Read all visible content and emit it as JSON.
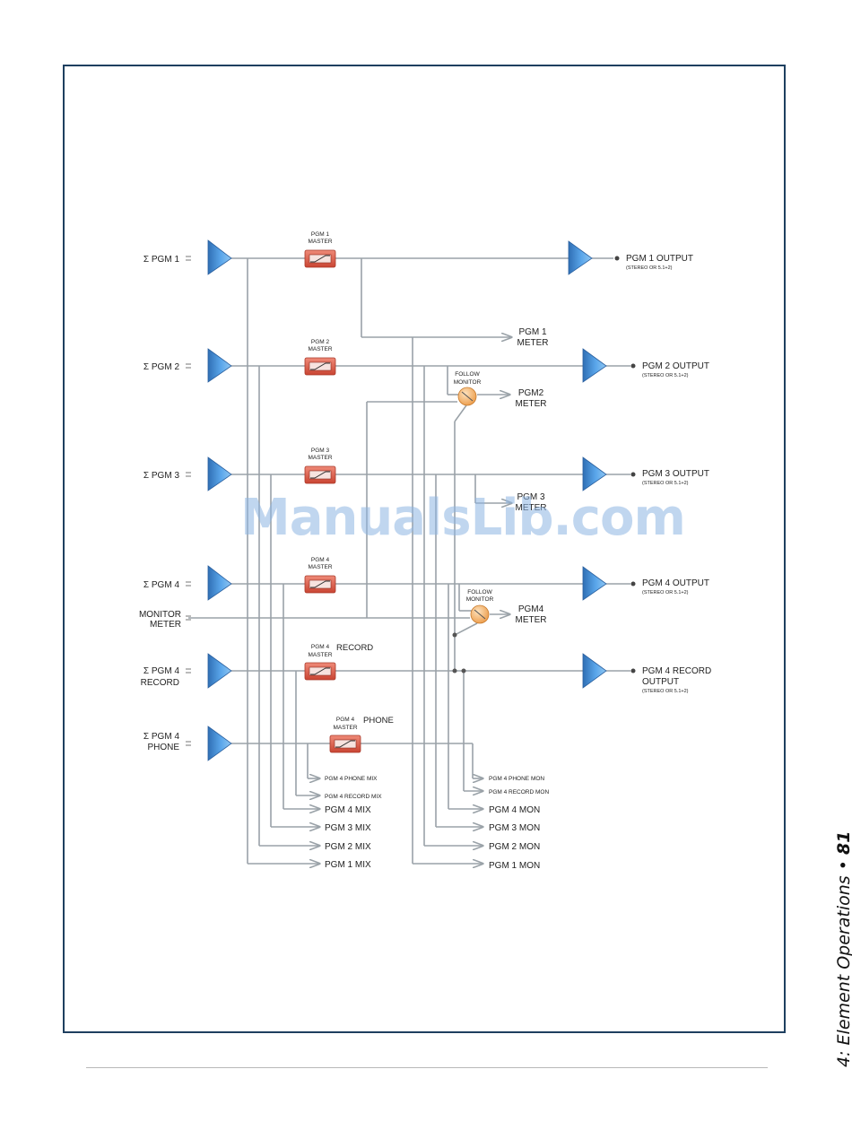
{
  "colors": {
    "wire": "#9aa2a8",
    "amp": "#4d9be0",
    "amp_dark": "#2f6fb5",
    "fader": "#e0604e",
    "knob": "#f5b56c",
    "frame": "#1e3f5f"
  },
  "watermark": "ManualsLib.com",
  "footer": {
    "chapter": "4: Element Operations",
    "bullet": "•",
    "page": "81"
  },
  "inputs": {
    "pgm1": "Σ PGM 1",
    "pgm2": "Σ PGM 2",
    "pgm3": "Σ PGM 3",
    "pgm4": "Σ PGM 4",
    "monitor_meter_l1": "MONITOR",
    "monitor_meter_l2": "METER",
    "pgm4_record_l1": "Σ PGM 4",
    "pgm4_record_l2": "RECORD",
    "pgm4_phone_l1": "Σ PGM 4",
    "pgm4_phone_l2": "PHONE"
  },
  "masters": {
    "m1_l1": "PGM 1",
    "m1_l2": "MASTER",
    "m2_l1": "PGM 2",
    "m2_l2": "MASTER",
    "m3_l1": "PGM 3",
    "m3_l2": "MASTER",
    "m4_l1": "PGM 4",
    "m4_l2": "MASTER",
    "m5_l1": "PGM 4",
    "m5_l2": "MASTER",
    "m5_tag": "RECORD",
    "m6_l1": "PGM 4",
    "m6_l2": "MASTER",
    "m6_tag": "PHONE"
  },
  "follow_monitor": {
    "l1": "FOLLOW",
    "l2": "MONITOR"
  },
  "outputs": {
    "pgm1": "PGM 1 OUTPUT",
    "pgm2": "PGM 2 OUTPUT",
    "pgm3": "PGM 3 OUTPUT",
    "pgm4": "PGM 4 OUTPUT",
    "rec_l1": "PGM 4 RECORD",
    "rec_l2": "OUTPUT",
    "sub": "(STEREO OR 5.1+2)"
  },
  "meters": {
    "pgm1_l1": "PGM 1",
    "pgm1_l2": "METER",
    "pgm2_l1": "PGM2",
    "pgm2_l2": "METER",
    "pgm3_l1": "PGM 3",
    "pgm3_l2": "METER",
    "pgm4_l1": "PGM4",
    "pgm4_l2": "METER"
  },
  "mix_bus": [
    "PGM 4 PHONE MIX",
    "PGM 4 RECORD MIX",
    "PGM 4 MIX",
    "PGM 3 MIX",
    "PGM 2 MIX",
    "PGM 1 MIX"
  ],
  "mon_bus": [
    "PGM 4 PHONE MON",
    "PGM 4 RECORD MON",
    "PGM 4 MON",
    "PGM 3 MON",
    "PGM 2 MON",
    "PGM 1 MON"
  ]
}
